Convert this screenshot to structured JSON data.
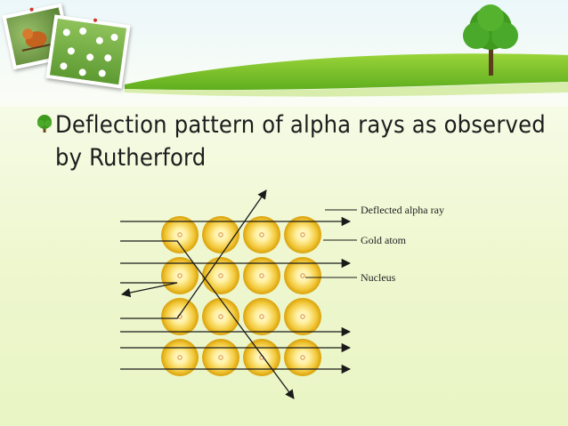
{
  "slide": {
    "title": "Deflection pattern of alpha rays as observed by Rutherford",
    "bullet_icon": "tree-bullet-icon"
  },
  "diagram": {
    "labels": {
      "deflected": "Deflected alpha ray",
      "gold": "Gold atom",
      "nucleus": "Nucleus"
    },
    "grid": {
      "rows": 4,
      "cols": 4
    },
    "colors": {
      "atom_outer": "#e7b20a",
      "atom_inner": "#fff3a0",
      "nucleus": "#d98c2a",
      "ray": "#1a1a1a"
    }
  }
}
